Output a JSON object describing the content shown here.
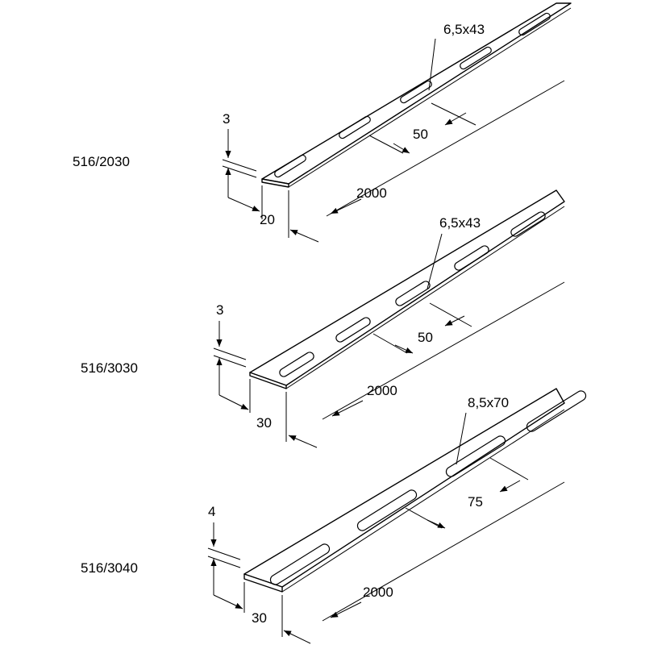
{
  "rails": [
    {
      "model": "516/2030",
      "thickness": "3",
      "width": "20",
      "length": "2000",
      "slot_size": "6,5x43",
      "slot_pitch": "50"
    },
    {
      "model": "516/3030",
      "thickness": "3",
      "width": "30",
      "length": "2000",
      "slot_size": "6,5x43",
      "slot_pitch": "50"
    },
    {
      "model": "516/3040",
      "thickness": "4",
      "width": "30",
      "length": "2000",
      "slot_size": "8,5x70",
      "slot_pitch": "75"
    }
  ]
}
